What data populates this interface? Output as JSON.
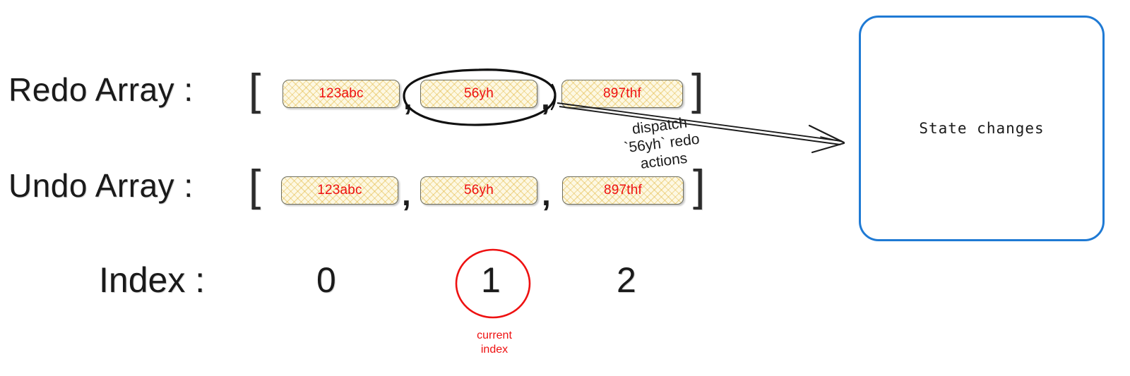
{
  "diagram": {
    "title_hidden": "",
    "rows": [
      {
        "name": "redo-array",
        "label": "Redo Array :",
        "open_bracket": "[",
        "close_bracket": "]",
        "separator": ",",
        "items": [
          "123abc",
          "56yh",
          "897thf"
        ],
        "highlighted_item_index": 1
      },
      {
        "name": "undo-array",
        "label": "Undo Array :",
        "open_bracket": "[",
        "close_bracket": "]",
        "separator": ",",
        "items": [
          "123abc",
          "56yh",
          "897thf"
        ],
        "highlighted_item_index": null
      }
    ],
    "index_row": {
      "label": "Index :",
      "values": [
        "0",
        "1",
        "2"
      ],
      "current_index": "1",
      "current_index_caption_line1": "current",
      "current_index_caption_line2": "index"
    },
    "annotation": {
      "arrow_label": "dispatch\n`56yh` redo\nactions"
    },
    "state_node": {
      "label": "State changes"
    },
    "colors": {
      "chip_fill": "#fdf8e3",
      "chip_hatch": "#e2b73f",
      "chip_border": "#6e6e5e",
      "chip_text": "#ee1111",
      "highlight_black": "#1c1c1c",
      "highlight_red": "#ee1111",
      "state_node_border": "#1f7ad4",
      "text_dark": "#1a1a1a",
      "background": "#ffffff"
    }
  }
}
